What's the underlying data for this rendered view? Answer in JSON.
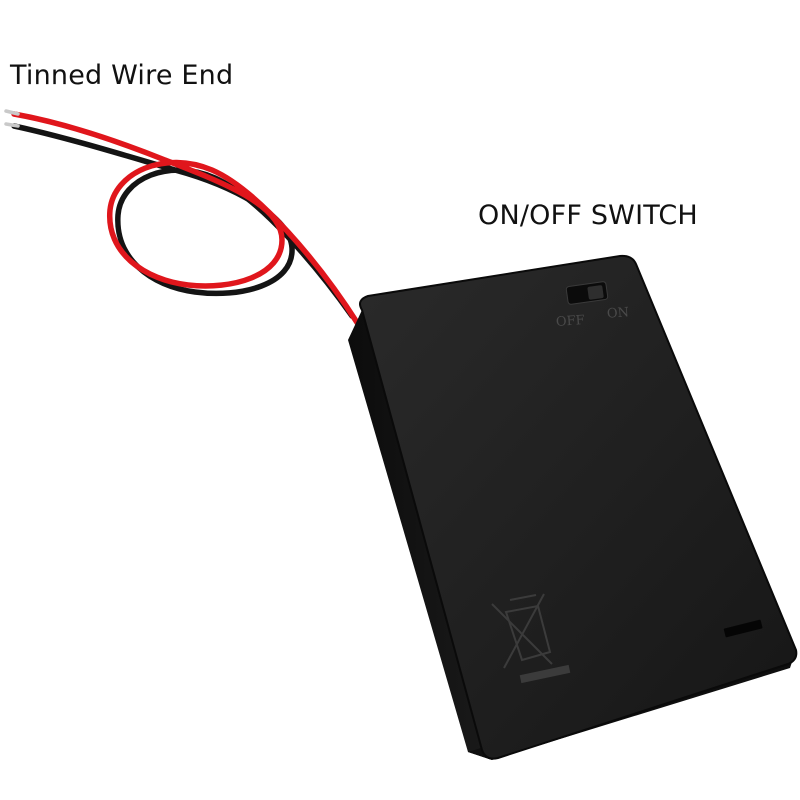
{
  "image": {
    "subject": "black 3xAA battery holder enclosure with slide switch and red/black lead wires",
    "background_color": "#ffffff"
  },
  "annotations": {
    "wire_label": "Tinned Wire End",
    "switch_label": "ON/OFF SWITCH"
  },
  "switch_markings": {
    "off_label": "OFF",
    "on_label": "ON"
  },
  "colors": {
    "case": "#1c1c1c",
    "wire_red": "#e0161c",
    "wire_black": "#141414",
    "tinned_tip": "#c9c9c9"
  },
  "icons": [
    "recycle-bin-crossed-icon"
  ]
}
